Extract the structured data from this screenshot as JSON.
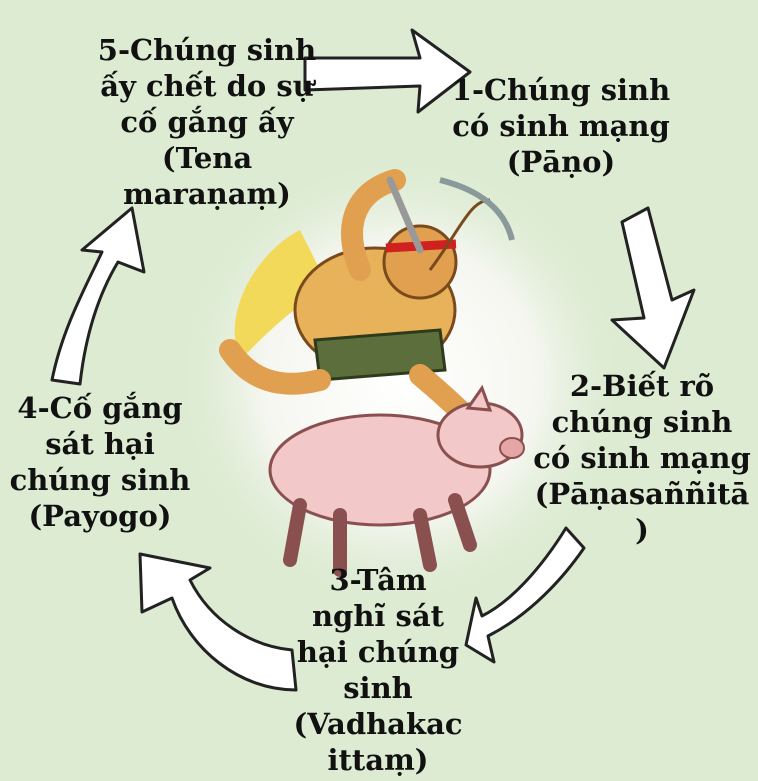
{
  "steps": {
    "s1": "1-Chúng sinh\ncó sinh mạng\n(Pāṇo)",
    "s2": "2-Biết rõ\nchúng sinh\ncó sinh mạng\n(Pāṇasaññitā\n)",
    "s3": "3-Tâm\nnghĩ sát\nhại chúng\nsinh\n(Vadhakac\nittaṃ)",
    "s4": "4-Cố gắng\nsát hại\nchúng sinh\n(Payogo)",
    "s5": "5-Chúng sinh\nấy chết do sự\ncố gắng ấy\n(Tena\nmaraṇaṃ)"
  },
  "colors": {
    "background": "#dcebd2",
    "arrow_fill": "#ffffff",
    "arrow_stroke": "#222222",
    "text": "#111111"
  },
  "icons": [
    "cycle-arrow",
    "illustration-man-with-knife-and-pig"
  ]
}
